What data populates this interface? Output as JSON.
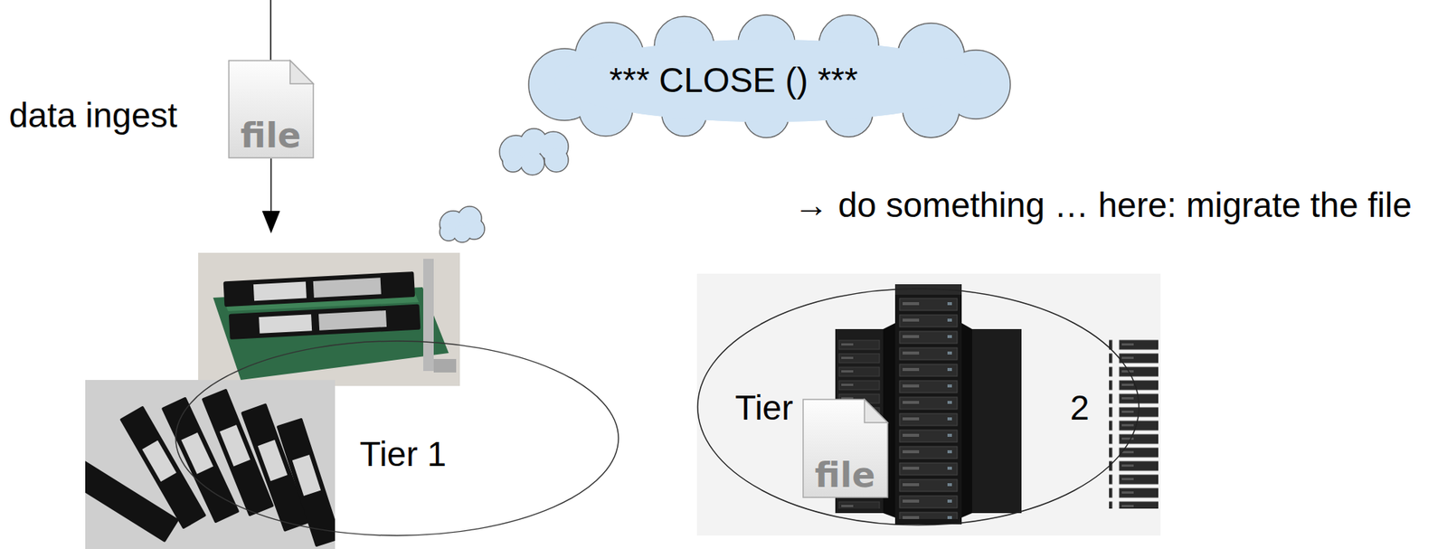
{
  "diagram": {
    "nodes": [
      {
        "text": [
          "file"
        ]
      },
      {
        "text": [
          "*** CLOSE () ***"
        ]
      },
      {
        "text": [
          "Tier 1"
        ]
      },
      {
        "text": [
          "Tier",
          "2"
        ]
      },
      {
        "text": [
          "file"
        ],
        "in": 3
      }
    ],
    "edges": [
      {
        "from": 0,
        "to": 2,
        "arrow": "to"
      }
    ],
    "labels": [
      "data ingest",
      "→ do something … here: migrate the file"
    ]
  }
}
